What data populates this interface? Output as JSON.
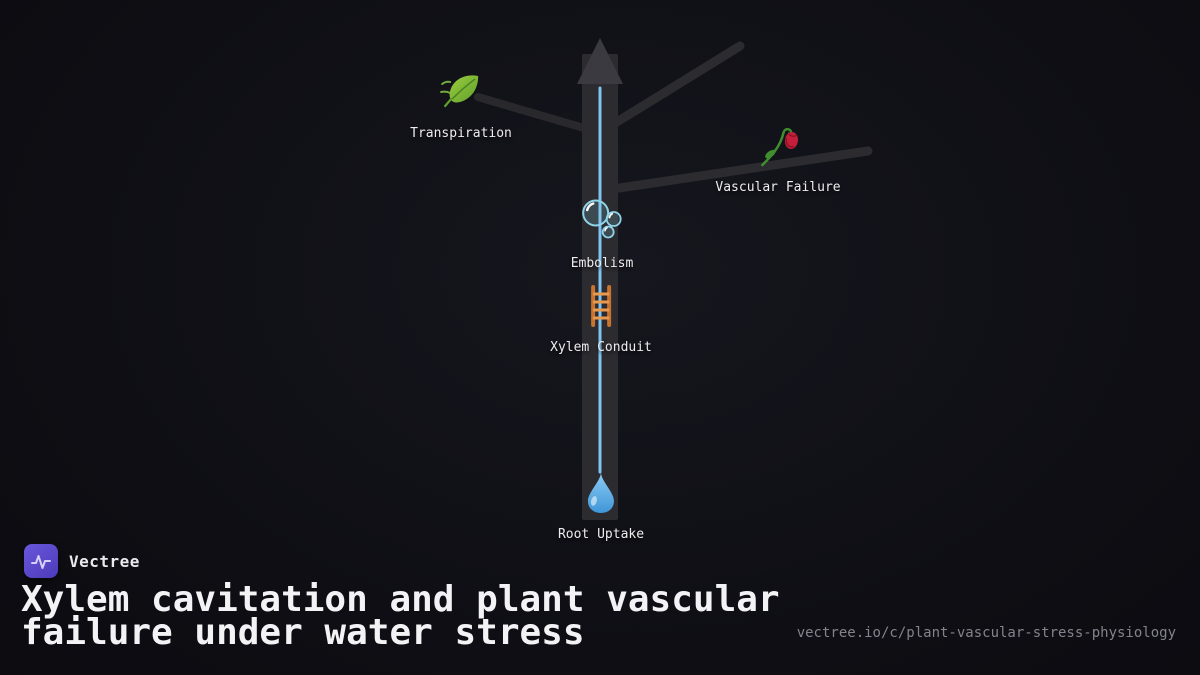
{
  "page": {
    "brand": "Vectree",
    "title_lines": [
      "Xylem cavitation and plant vascular",
      "failure under water stress"
    ],
    "url": "vectree.io/c/plant-vascular-stress-physiology"
  },
  "nodes": {
    "transpiration": {
      "label": "Transpiration",
      "icon": "leaf-icon"
    },
    "vascular_failure": {
      "label": "Vascular Failure",
      "icon": "wilted-rose-icon"
    },
    "embolism": {
      "label": "Embolism",
      "icon": "bubbles-icon"
    },
    "xylem_conduit": {
      "label": "Xylem Conduit",
      "icon": "ladder-icon"
    },
    "root_uptake": {
      "label": "Root Uptake",
      "icon": "droplet-icon"
    }
  },
  "colors": {
    "background": "#0e0e14",
    "trunk_gray": "#2b2b30",
    "water_blue": "#7fc3f2",
    "leaf_green": "#6fae35",
    "rose_red": "#c41f3a",
    "bubble_teal": "#8fd4e8",
    "ladder_orange": "#e89a4f",
    "droplet_blue": "#5dadec",
    "logo_purple": "#5a48cf",
    "url_gray": "#83838d"
  }
}
